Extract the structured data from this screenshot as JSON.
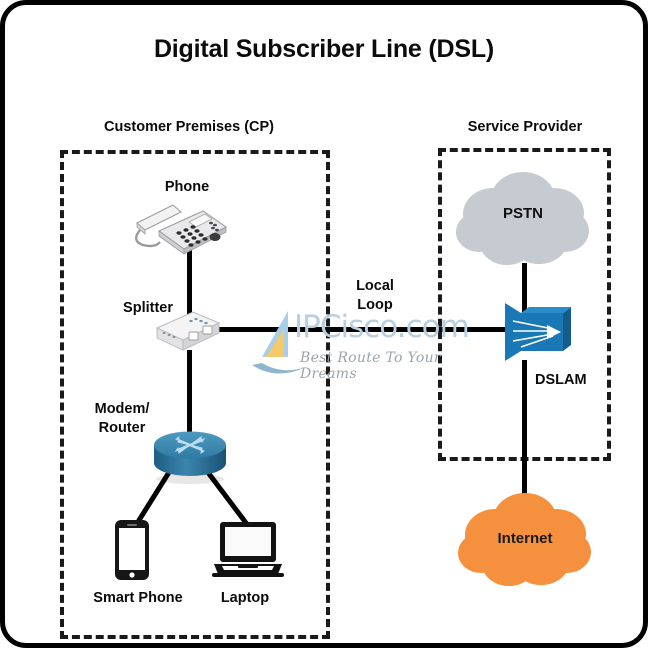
{
  "diagram": {
    "title": "Digital Subscriber Line (DSL)",
    "zones": [
      {
        "id": "customer-premises",
        "label": "Customer Premises (CP)"
      },
      {
        "id": "service-provider",
        "label": "Service Provider"
      }
    ],
    "nodes": [
      {
        "id": "phone",
        "label": "Phone"
      },
      {
        "id": "splitter",
        "label": "Splitter"
      },
      {
        "id": "modem-router",
        "label": "Modem/\nRouter",
        "line1": "Modem/",
        "line2": "Router"
      },
      {
        "id": "smart-phone",
        "label": "Smart Phone"
      },
      {
        "id": "laptop",
        "label": "Laptop"
      },
      {
        "id": "pstn",
        "label": "PSTN"
      },
      {
        "id": "dslam",
        "label": "DSLAM"
      },
      {
        "id": "internet",
        "label": "Internet"
      }
    ],
    "links": [
      {
        "id": "local-loop",
        "label_line1": "Local",
        "label_line2": "Loop",
        "from": "splitter",
        "to": "dslam"
      },
      {
        "id": "phone-splitter",
        "from": "phone",
        "to": "splitter"
      },
      {
        "id": "splitter-modem",
        "from": "splitter",
        "to": "modem-router"
      },
      {
        "id": "modem-smartphone",
        "from": "modem-router",
        "to": "smart-phone"
      },
      {
        "id": "modem-laptop",
        "from": "modem-router",
        "to": "laptop"
      },
      {
        "id": "pstn-dslam",
        "from": "pstn",
        "to": "dslam"
      },
      {
        "id": "dslam-internet",
        "from": "dslam",
        "to": "internet"
      }
    ],
    "watermark": {
      "brand": "IPCisco.com",
      "tagline": "Best Route To Your Dreams"
    },
    "colors": {
      "border": "#000000",
      "zone_dash": "#1a1a1a",
      "pstn_cloud": "#c5cbd1",
      "internet_cloud": "#f5913e",
      "dslam_blue": "#1a78b4",
      "router_blue": "#3d87b0",
      "link": "#000000",
      "watermark_text": "#b9cfe0",
      "watermark_tagline": "#9aa4ab"
    }
  }
}
